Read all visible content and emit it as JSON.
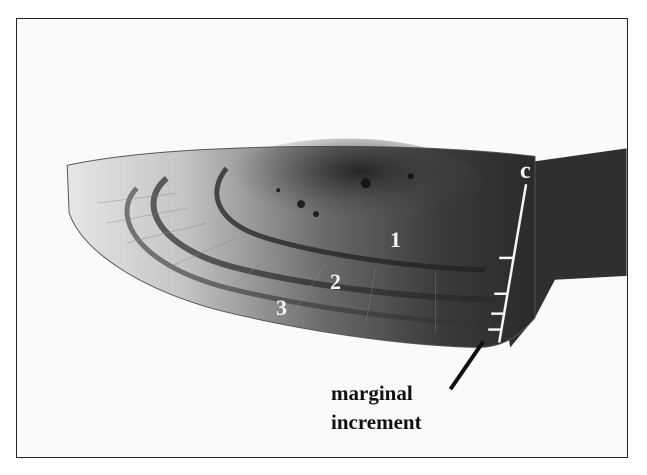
{
  "figure": {
    "ring_labels": [
      "1",
      "2",
      "3"
    ],
    "axis_label": "c",
    "annotation_lines": [
      "marginal",
      "increment"
    ],
    "colors": {
      "background": "#fafafa",
      "specimen_dark": "#2a2a2a",
      "specimen_light": "#d9d9d9",
      "label_light": "#f4f4f4",
      "label_dark": "#111111"
    }
  }
}
